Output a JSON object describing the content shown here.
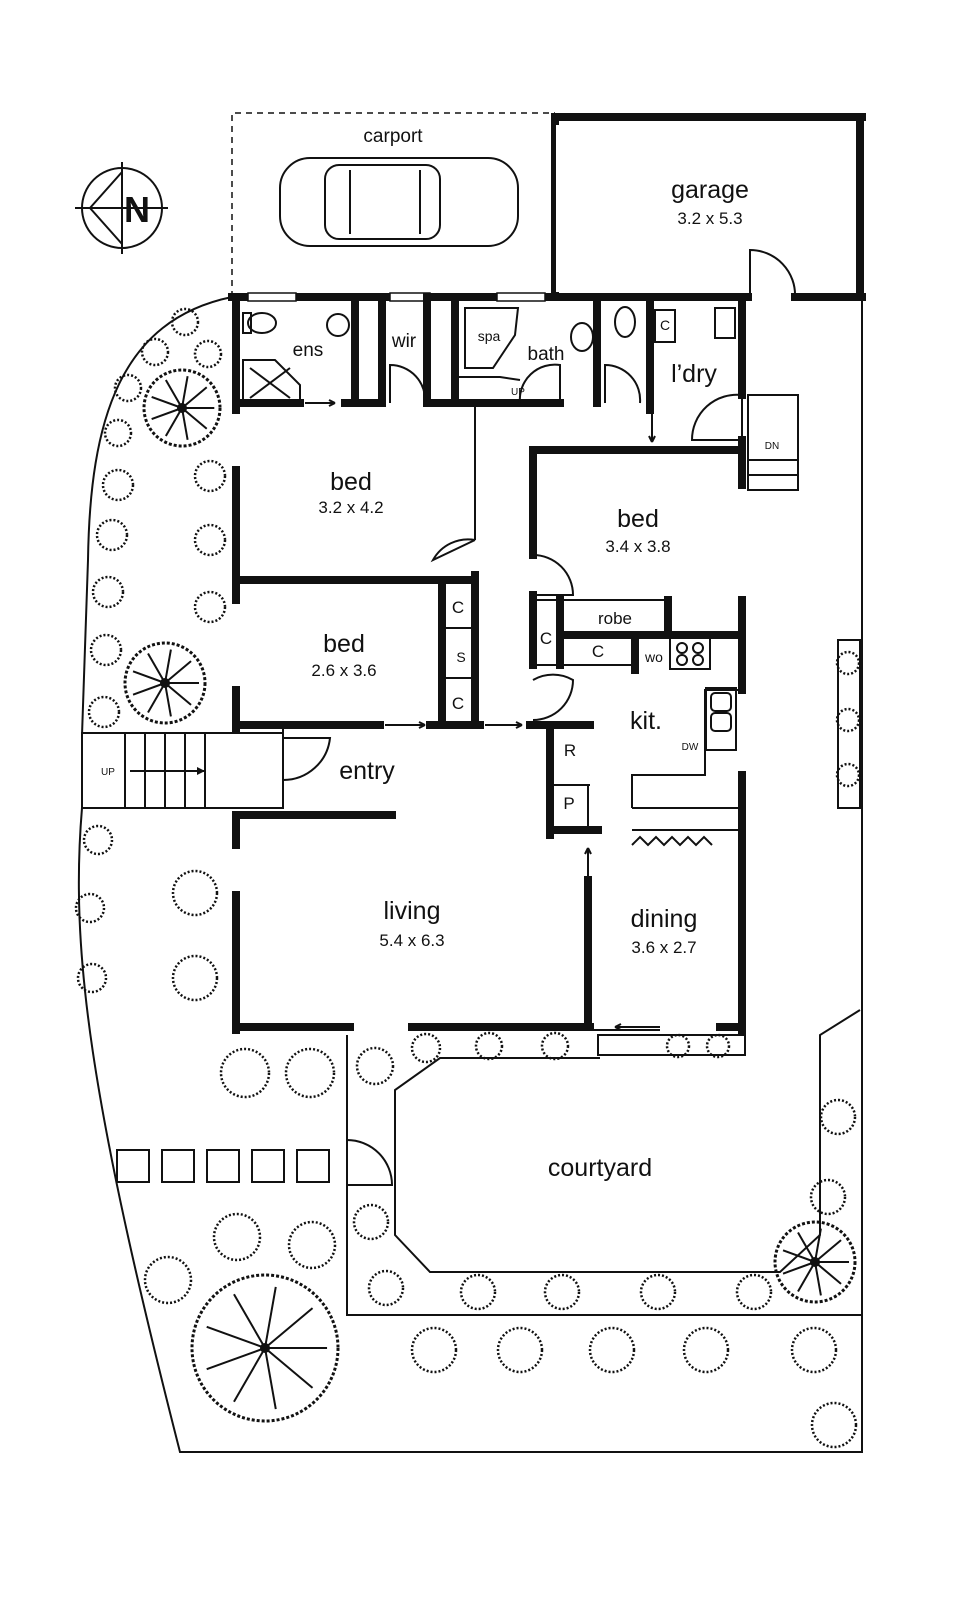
{
  "plan": {
    "compass": {
      "label": "N"
    },
    "carport": {
      "label": "carport"
    },
    "garage": {
      "label": "garage",
      "dims": "3.2 x 5.3"
    },
    "ensuite": {
      "label": "ens"
    },
    "wir": {
      "label": "wir"
    },
    "spa": {
      "label": "spa"
    },
    "bath": {
      "label": "bath",
      "stair_label": "UP"
    },
    "laundry": {
      "label": "l’dry",
      "cupboard": "C",
      "stair_label": "DN"
    },
    "bed1": {
      "label": "bed",
      "dims": "3.2 x 4.2"
    },
    "bed2": {
      "label": "bed",
      "dims": "3.4 x 3.8"
    },
    "bed3": {
      "label": "bed",
      "dims": "2.6 x 3.6"
    },
    "hall_cupboards": [
      "C",
      "S",
      "C"
    ],
    "robe": {
      "label": "robe"
    },
    "cupboards_kitchen_side": [
      "C",
      "C"
    ],
    "wall_oven": {
      "label": "wo"
    },
    "kitchen": {
      "label": "kit.",
      "dishwasher": "DW",
      "fridge": "R",
      "pantry": "P"
    },
    "entry": {
      "label": "entry",
      "stair_label": "UP"
    },
    "living": {
      "label": "living",
      "dims": "5.4 x 6.3"
    },
    "dining": {
      "label": "dining",
      "dims": "3.6 x 2.7"
    },
    "courtyard": {
      "label": "courtyard"
    }
  }
}
